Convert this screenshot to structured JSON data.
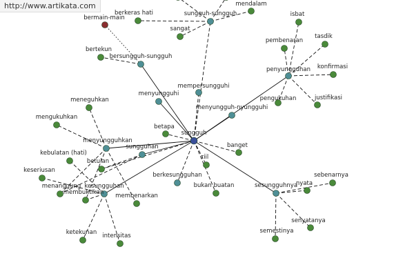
{
  "watermark": "http://www.artikata.com",
  "colors": {
    "center": "#3a4f9a",
    "hub": "#4f8f96",
    "leaf": "#4a8a3a",
    "highlight": "#8a2e30",
    "edge": "#111111"
  },
  "center": "sungguh",
  "hubs": [
    {
      "id": "sungguh-sungguh",
      "label": "sungguh-sungguh"
    },
    {
      "id": "bersungguh-sungguh",
      "label": "bersungguh-sungguh"
    },
    {
      "id": "menyungguhi",
      "label": "menyungguhi"
    },
    {
      "id": "mempersungguhi",
      "label": "mempersungguhi"
    },
    {
      "id": "menyungguh-nyungguhi",
      "label": "menyungguh-nyungguhi"
    },
    {
      "id": "penyungguhan",
      "label": "penyungguhan"
    },
    {
      "id": "menyungguhkan",
      "label": "menyungguhkan"
    },
    {
      "id": "sungguhan",
      "label": "sungguhan"
    },
    {
      "id": "kesungguhan",
      "label": "kesungguhan"
    },
    {
      "id": "berkesungguhan",
      "label": "berkesungguhan"
    },
    {
      "id": "sesungguhnya",
      "label": "sesungguhnya"
    }
  ],
  "leaves": [
    {
      "id": "bermain-main",
      "label": "bermain-main",
      "highlight": true
    },
    {
      "id": "berkeras-hati",
      "label": "berkeras hati"
    },
    {
      "id": "mendalam",
      "label": "mendalam"
    },
    {
      "id": "sangat",
      "label": "sangat"
    },
    {
      "id": "bertekun",
      "label": "bertekun"
    },
    {
      "id": "isbat",
      "label": "isbat"
    },
    {
      "id": "pembenaran",
      "label": "pembenaran"
    },
    {
      "id": "tasdik",
      "label": "tasdik"
    },
    {
      "id": "konfirmasi",
      "label": "konfirmasi"
    },
    {
      "id": "pengukuhan",
      "label": "pengukuhan"
    },
    {
      "id": "justifikasi",
      "label": "justifikasi"
    },
    {
      "id": "meneguhkan",
      "label": "meneguhkan"
    },
    {
      "id": "mengukuhkan",
      "label": "mengukuhkan"
    },
    {
      "id": "betapa",
      "label": "betapa"
    },
    {
      "id": "banget",
      "label": "banget"
    },
    {
      "id": "kebulatan-hati",
      "label": "kebulatan (hati)"
    },
    {
      "id": "betulan",
      "label": "betulan"
    },
    {
      "id": "riil",
      "label": "riil"
    },
    {
      "id": "keseriusan",
      "label": "keseriusan"
    },
    {
      "id": "menanggung",
      "label": "menanggung"
    },
    {
      "id": "membuktikan",
      "label": "membuktikan"
    },
    {
      "id": "membenarkan",
      "label": "membenarkan"
    },
    {
      "id": "bukan-buatan",
      "label": "bukan buatan"
    },
    {
      "id": "nyata",
      "label": "nyata"
    },
    {
      "id": "sebenarnya",
      "label": "sebenarnya"
    },
    {
      "id": "senyatanya",
      "label": "senyatanya"
    },
    {
      "id": "semestinya",
      "label": "semestinya"
    },
    {
      "id": "ketekunan",
      "label": "ketekunan"
    },
    {
      "id": "intensitas",
      "label": "intensitas"
    },
    {
      "id": "top-edge-1",
      "label": ""
    },
    {
      "id": "top-edge-2",
      "label": ""
    }
  ],
  "edges": [
    {
      "from": "sungguh",
      "to": "sungguh-sungguh",
      "style": "dashed"
    },
    {
      "from": "sungguh",
      "to": "bersungguh-sungguh",
      "style": "solid"
    },
    {
      "from": "sungguh",
      "to": "menyungguhi",
      "style": "solid"
    },
    {
      "from": "sungguh",
      "to": "mempersungguhi",
      "style": "dashed"
    },
    {
      "from": "sungguh",
      "to": "menyungguh-nyungguhi",
      "style": "solid"
    },
    {
      "from": "sungguh",
      "to": "penyungguhan",
      "style": "solid"
    },
    {
      "from": "sungguh",
      "to": "menyungguhkan",
      "style": "solid"
    },
    {
      "from": "sungguh",
      "to": "sungguhan",
      "style": "solid"
    },
    {
      "from": "sungguh",
      "to": "kesungguhan",
      "style": "solid"
    },
    {
      "from": "sungguh",
      "to": "berkesungguhan",
      "style": "dashed"
    },
    {
      "from": "sungguh",
      "to": "sesungguhnya",
      "style": "solid"
    },
    {
      "from": "sungguh",
      "to": "betapa",
      "style": "dashed"
    },
    {
      "from": "sungguh",
      "to": "banget",
      "style": "dashed"
    },
    {
      "from": "sungguh",
      "to": "riil",
      "style": "dashed"
    },
    {
      "from": "sungguh",
      "to": "bukan-buatan",
      "style": "dashed"
    },
    {
      "from": "sungguh",
      "to": "betulan",
      "style": "dashed"
    },
    {
      "from": "sungguh-sungguh",
      "to": "berkeras-hati",
      "style": "dashed"
    },
    {
      "from": "sungguh-sungguh",
      "to": "mendalam",
      "style": "dashed"
    },
    {
      "from": "sungguh-sungguh",
      "to": "sangat",
      "style": "dashed"
    },
    {
      "from": "sungguh-sungguh",
      "to": "top-edge-1",
      "style": "dashed"
    },
    {
      "from": "sungguh-sungguh",
      "to": "top-edge-2",
      "style": "dashed"
    },
    {
      "from": "bersungguh-sungguh",
      "to": "bermain-main",
      "style": "dotted"
    },
    {
      "from": "bersungguh-sungguh",
      "to": "bertekun",
      "style": "dashed"
    },
    {
      "from": "penyungguhan",
      "to": "isbat",
      "style": "dashed"
    },
    {
      "from": "penyungguhan",
      "to": "pembenaran",
      "style": "dashed"
    },
    {
      "from": "penyungguhan",
      "to": "tasdik",
      "style": "dashed"
    },
    {
      "from": "penyungguhan",
      "to": "konfirmasi",
      "style": "dashed"
    },
    {
      "from": "penyungguhan",
      "to": "pengukuhan",
      "style": "dashed"
    },
    {
      "from": "penyungguhan",
      "to": "justifikasi",
      "style": "dashed"
    },
    {
      "from": "menyungguhkan",
      "to": "meneguhkan",
      "style": "dashed"
    },
    {
      "from": "menyungguhkan",
      "to": "mengukuhkan",
      "style": "dashed"
    },
    {
      "from": "menyungguhkan",
      "to": "membuktikan",
      "style": "dashed"
    },
    {
      "from": "menyungguhkan",
      "to": "membenarkan",
      "style": "dashed"
    },
    {
      "from": "menyungguhkan",
      "to": "menanggung",
      "style": "dashed"
    },
    {
      "from": "sungguhan",
      "to": "betulan",
      "style": "dashed"
    },
    {
      "from": "sungguhan",
      "to": "menanggung",
      "style": "dashed"
    },
    {
      "from": "kesungguhan",
      "to": "kebulatan-hati",
      "style": "dashed"
    },
    {
      "from": "kesungguhan",
      "to": "keseriusan",
      "style": "dashed"
    },
    {
      "from": "kesungguhan",
      "to": "ketekunan",
      "style": "dashed"
    },
    {
      "from": "kesungguhan",
      "to": "intensitas",
      "style": "dashed"
    },
    {
      "from": "kesungguhan",
      "to": "membuktikan",
      "style": "dashed"
    },
    {
      "from": "sesungguhnya",
      "to": "nyata",
      "style": "dashed"
    },
    {
      "from": "sesungguhnya",
      "to": "sebenarnya",
      "style": "dashed"
    },
    {
      "from": "sesungguhnya",
      "to": "senyatanya",
      "style": "dashed"
    },
    {
      "from": "sesungguhnya",
      "to": "semestinya",
      "style": "dashed"
    }
  ]
}
